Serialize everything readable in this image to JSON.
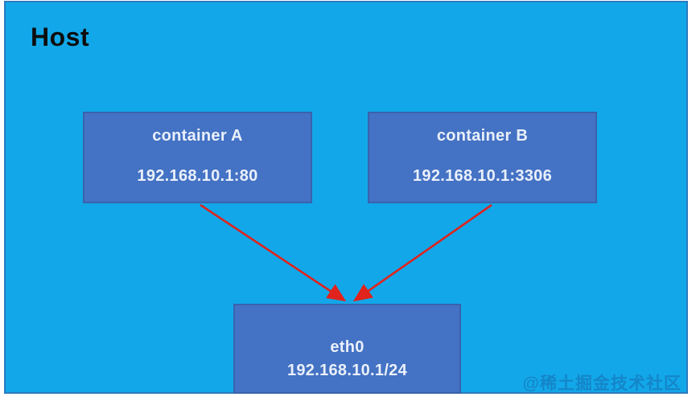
{
  "host": {
    "label": "Host"
  },
  "nodes": {
    "container_a": {
      "title": "container A",
      "address": "192.168.10.1:80"
    },
    "container_b": {
      "title": "container B",
      "address": "192.168.10.1:3306"
    },
    "eth0": {
      "title": "eth0",
      "address": "192.168.10.1/24"
    }
  },
  "connections": [
    {
      "from": "container_a",
      "to": "eth0"
    },
    {
      "from": "container_b",
      "to": "eth0"
    }
  ],
  "watermark": "@稀土掘金技术社区",
  "colors": {
    "host_background": "#12a7e9",
    "host_border": "#2a7cbf",
    "node_fill": "#4472c4",
    "node_border": "#3a62ac",
    "node_text": "#eaf0fa",
    "host_label_text": "#0d0d0d",
    "arrow": "#e0231c",
    "watermark_text": "#1583c6",
    "page_background": "#ffffff"
  }
}
